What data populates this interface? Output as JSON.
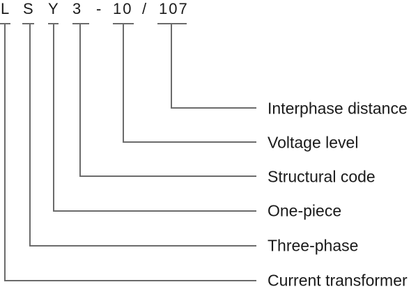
{
  "model_code": {
    "full": "L S Y 3 - 10 / 107",
    "parts": [
      {
        "text": "L"
      },
      {
        "text": "S"
      },
      {
        "text": "Y"
      },
      {
        "text": "3"
      },
      {
        "text": "-"
      },
      {
        "text": "10"
      },
      {
        "text": "/"
      },
      {
        "text": "107"
      }
    ]
  },
  "legend": {
    "items": [
      {
        "code": "107",
        "label": "Interphase distance"
      },
      {
        "code": "10",
        "label": "Voltage level"
      },
      {
        "code": "3",
        "label": "Structural code"
      },
      {
        "code": "Y",
        "label": "One-piece"
      },
      {
        "code": "S",
        "label": "Three-phase"
      },
      {
        "code": "L",
        "label": "Current transformer"
      }
    ]
  },
  "colors": {
    "background": "#ffffff",
    "line": "#6b6b6b",
    "text": "#1a1a1a"
  }
}
